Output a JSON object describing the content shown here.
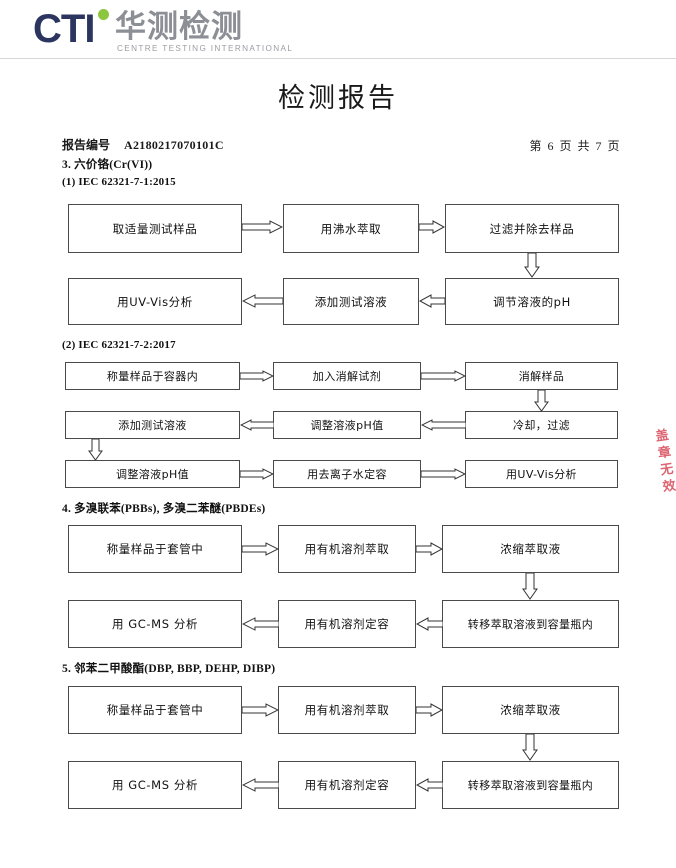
{
  "logo": {
    "mark": "CTI",
    "cn_name": "华测检测",
    "en_name": "CENTRE TESTING INTERNATIONAL",
    "dot_color": "#8cc63e",
    "mark_color": "#2b3560",
    "cn_color": "#8c8f95"
  },
  "header": {
    "title": "检测报告",
    "report_no_label": "报告编号",
    "report_no_value": "A2180217070101C",
    "page_indicator": "第 6 页  共 7 页"
  },
  "watermark": {
    "chars": [
      "盖",
      "章",
      "无",
      "效"
    ],
    "color": "#d4394a"
  },
  "sections": [
    {
      "heading": "3. 六价铬(Cr(VI))",
      "subsections": [
        {
          "sub_heading": "(1) IEC 62321-7-1:2015",
          "chart_id": "flow-cr6-7-1",
          "nodes": [
            "取适量测试样品",
            "用沸水萃取",
            "过滤并除去样品",
            "用UV-Vis分析",
            "添加测试溶液",
            "调节溶液的pH"
          ]
        },
        {
          "sub_heading": "(2) IEC 62321-7-2:2017",
          "chart_id": "flow-cr6-7-2",
          "nodes": [
            "称量样品于容器内",
            "加入消解试剂",
            "消解样品",
            "添加测试溶液",
            "调整溶液pH值",
            "冷却，过滤",
            "调整溶液pH值",
            "用去离子水定容",
            "用UV-Vis分析"
          ]
        }
      ]
    },
    {
      "heading": "4. 多溴联苯(PBBs), 多溴二苯醚(PBDEs)",
      "subsections": [
        {
          "sub_heading": "",
          "chart_id": "flow-pbb",
          "nodes": [
            "称量样品于套管中",
            "用有机溶剂萃取",
            "浓缩萃取液",
            "用 GC-MS 分析",
            "用有机溶剂定容",
            "转移萃取溶液到容量瓶内"
          ]
        }
      ]
    },
    {
      "heading": "5. 邻苯二甲酸酯(DBP, BBP, DEHP, DIBP)",
      "subsections": [
        {
          "sub_heading": "",
          "chart_id": "flow-phthalate",
          "nodes": [
            "称量样品于套管中",
            "用有机溶剂萃取",
            "浓缩萃取液",
            "用 GC-MS 分析",
            "用有机溶剂定容",
            "转移萃取溶液到容量瓶内"
          ]
        }
      ]
    }
  ]
}
